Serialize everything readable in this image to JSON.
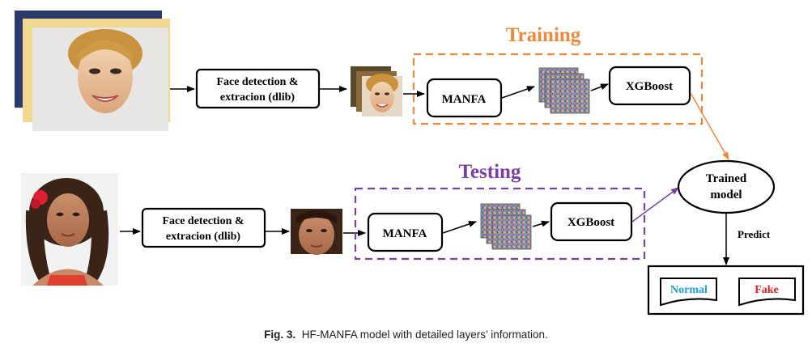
{
  "figure": {
    "training_label": "Training",
    "testing_label": "Testing",
    "training_color": "#f0883a",
    "testing_color": "#7b3fa3",
    "train_pipeline": {
      "detect_line1": "Face detection &",
      "detect_line2": "extracion (dlib)",
      "manfa": "MANFA",
      "xgboost": "XGBoost"
    },
    "test_pipeline": {
      "detect_line1": "Face detection &",
      "detect_line2": "extracion (dlib)",
      "manfa": "MANFA",
      "xgboost": "XGBoost"
    },
    "trained_model_line1": "Trained",
    "trained_model_line2": "model",
    "predict_label": "Predict",
    "output_normal": "Normal",
    "output_fake": "Fake",
    "normal_color": "#1aa0e0",
    "fake_color": "#e02020",
    "icons": [
      "face-photo-stack-icon",
      "face-photo-icon",
      "face-crop-icon",
      "feature-map-stack-icon",
      "document-icon"
    ]
  },
  "caption": {
    "label": "Fig. 3.",
    "text": "HF-MANFA model with detailed layers’ information."
  }
}
